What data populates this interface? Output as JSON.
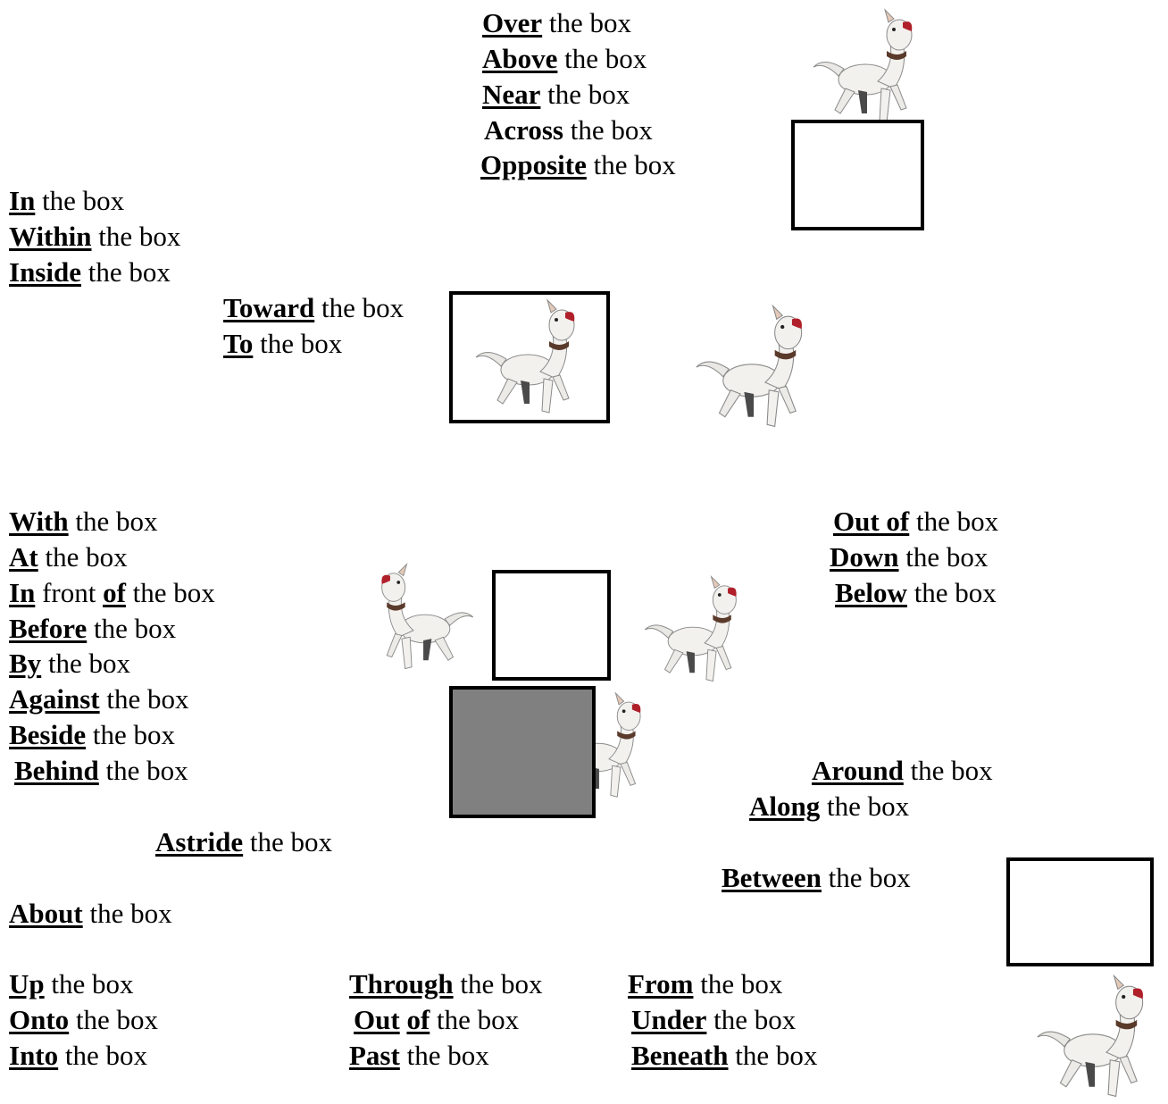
{
  "suffix": "the box",
  "top_group": [
    "Over",
    "Above",
    "Near",
    "Across",
    "Opposite"
  ],
  "in_group": [
    "In",
    "Within",
    "Inside"
  ],
  "toward_group": [
    "Toward",
    "To"
  ],
  "with_group": [
    "With",
    "At",
    "Before",
    "By",
    "Against",
    "Beside",
    "Behind"
  ],
  "in_front": {
    "w1": "In",
    "mid": "front",
    "w2": "of"
  },
  "right_group": [
    "Out of",
    "Down",
    "Below"
  ],
  "around": "Around",
  "along": "Along",
  "astride": "Astride",
  "between": "Between",
  "about": "About",
  "col1": [
    "Up",
    "Onto",
    "Into"
  ],
  "col2_first": "Through",
  "out_of": {
    "w1": "Out",
    "w2": "of"
  },
  "past": "Past",
  "col3": [
    "From",
    "Under",
    "Beneath"
  ],
  "colors": {
    "box_border": "#000000",
    "grey_box": "#808080",
    "dog_body": "#f2f1ee",
    "dog_mouth": "#b0202a"
  }
}
